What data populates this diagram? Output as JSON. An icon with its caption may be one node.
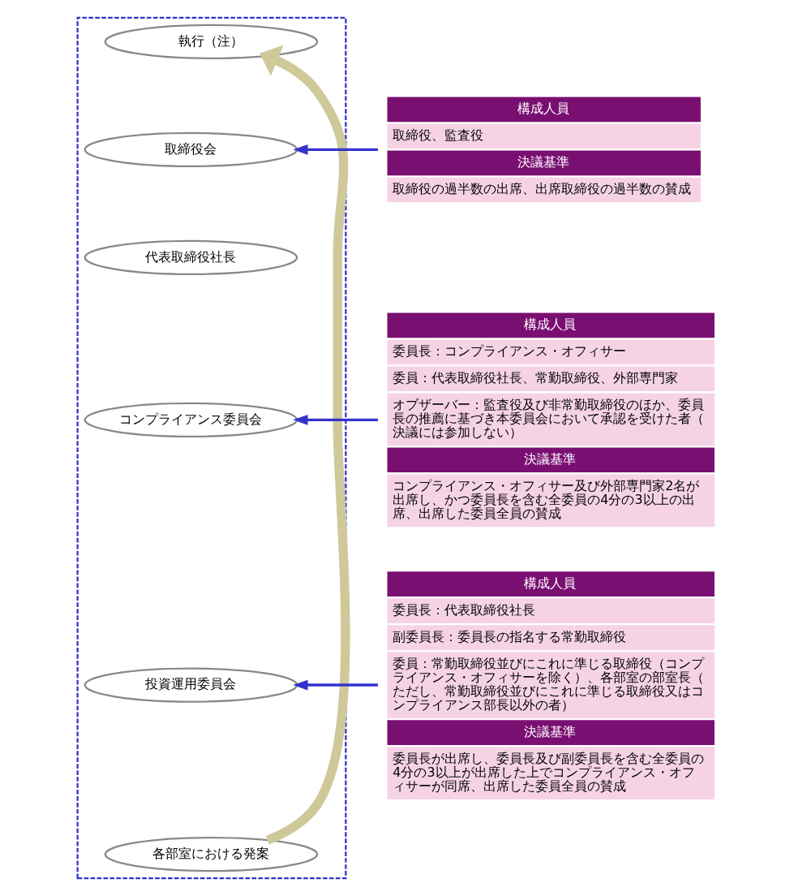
{
  "diagram": {
    "nodes": [
      {
        "text": [],
        "shape": "box"
      },
      {
        "text": [
          "執行（注）"
        ],
        "in": 0
      },
      {
        "text": [
          "取締役会"
        ],
        "in": 0
      },
      {
        "text": [
          "代表取締役社長"
        ],
        "in": 0
      },
      {
        "text": [
          "コンプライアンス委員会"
        ],
        "in": 0
      },
      {
        "text": [
          "投資運用委員会"
        ],
        "in": 0
      },
      {
        "text": [
          "各部室における発案"
        ],
        "in": 0
      },
      {
        "text": [
          "構成人員",
          "取締役、監査役",
          "決議基準",
          "取締役の過半数の出席、出席取締役の過半数の賛成"
        ]
      },
      {
        "text": [
          "構成人員",
          "委員長：コンプライアンス・オフィサー",
          "委員：代表取締役社長、常勤取締役、外部専門家",
          "オブザーバー：監査役及び非常勤取締役のほか、委員長の推薦に基づき本委員会において承認を受けた者（決議には参加しない）",
          "決議基準",
          "コンプライアンス・オフィサー及び外部専門家2名が出席し、かつ委員長を含む全委員の4分の3以上の出席、出席した委員全員の賛成"
        ]
      },
      {
        "text": [
          "構成人員",
          "委員長：代表取締役社長",
          "副委員長：委員長の指名する常勤取締役",
          "委員：常勤取締役並びにこれに準じる取締役（コンプライアンス・オフィサーを除く）、各部室の部室長（ただし、常勤取締役並びにこれに準じる取締役又はコンプライアンス部長以外の者）",
          "決議基準",
          "委員長が出席し、委員長及び副委員長を含む全委員の4分の3以上が出席した上でコンプライアンス・オフィサーが同席、出席した委員全員の賛成"
        ]
      }
    ],
    "edges": [
      {
        "from": 6,
        "to": 1,
        "arrow": "to",
        "style": "thick",
        "color": "#cfc99a"
      },
      {
        "from": 7,
        "to": 2,
        "arrow": "to"
      },
      {
        "from": 8,
        "to": 4,
        "arrow": "to"
      },
      {
        "from": 9,
        "to": 5,
        "arrow": "to"
      }
    ]
  }
}
